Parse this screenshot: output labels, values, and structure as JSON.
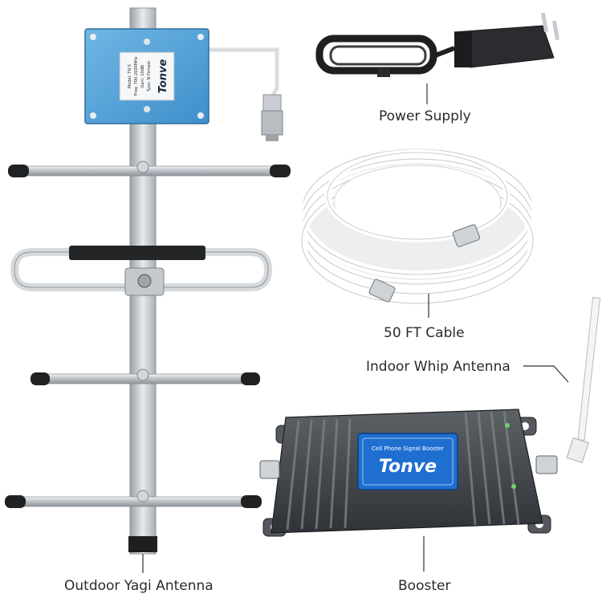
{
  "labels": {
    "power_supply": "Power Supply",
    "cable": "50 FT Cable",
    "whip": "Indoor Whip Antenna",
    "yagi": "Outdoor Yagi Antenna",
    "booster": "Booster"
  },
  "brand": {
    "name": "Tonve",
    "booster_caption": "Cell Phone Signal Booster",
    "plate_lines": [
      "Model: TN-5",
      "Freq: 700-2600MHz",
      "Gain: 10dBi",
      "Type: N-Female"
    ]
  },
  "colors": {
    "brand_blue": "#1f6fd1",
    "plate_blue": "#5aa9de",
    "metal": "#c8ccd0",
    "dark": "#2f3235"
  }
}
